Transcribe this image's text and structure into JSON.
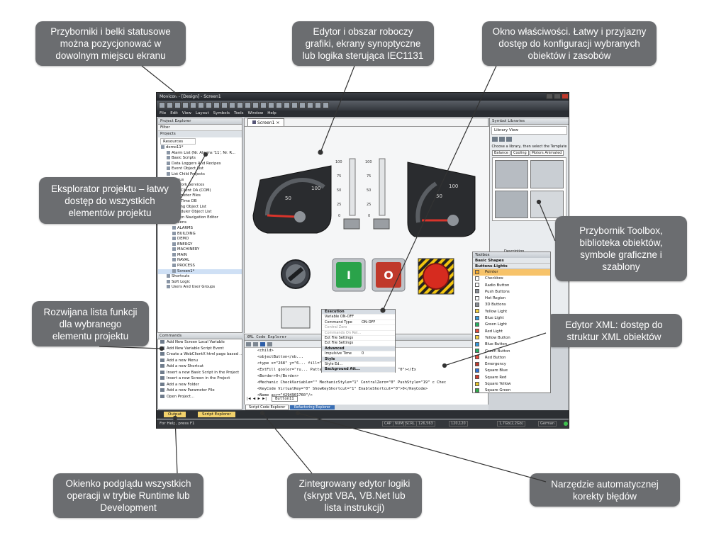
{
  "callouts": {
    "toolbars": "Przyborniki i belki statusowe można pozycjonować w dowolnym miejscu ekranu",
    "graphics_editor": "Edytor i obszar roboczy grafiki, ekrany synoptyczne lub logika sterująca IEC1131",
    "properties": "Okno właściwości. Łatwy i przyjazny dostęp do konfiguracji wybranych obiektów i zasobów",
    "project_explorer": "Eksplorator projektu – łatwy dostęp do wszystkich elementów projektu",
    "toolbox": "Przybornik Toolbox, biblioteka obiektów, symbole graficzne i szablony",
    "dropdown": "Rozwijana lista funkcji dla wybranego elementu projektu",
    "xml_editor": "Edytor XML: dostęp do struktur XML obiektów",
    "output": "Okienko podglądu wszystkich operacji w trybie Runtime lub Development",
    "logic_editor": "Zintegrowany edytor logiki (skrypt VBA, VB.Net lub lista instrukcji)",
    "autocorrect": "Narzędzie automatycznej korekty błędów"
  },
  "app": {
    "title": "Movicon - [Design] - Screen1",
    "menu": [
      "File",
      "Edit",
      "View",
      "Layout",
      "Symbols",
      "Tools",
      "Window",
      "Help"
    ],
    "project_explorer": {
      "header": "Project Explorer",
      "filter": "Filter",
      "projects": "Projects",
      "resources": "Resources",
      "tree": [
        "demo11*",
        "Alarm List (Nr. Alarms '11', Nr. R...",
        "Basic Scripts",
        "Data Loggers And Recipes",
        "Event Object List",
        "List Child Projects",
        "Menus",
        "Network Services",
        "OPC Client DA (COM)",
        "Parameter Files",
        "Real Time DB",
        "Scaling Object List",
        "Scheduler Object List",
        "Screen Navigation Editor",
        "Screens",
        "ALARMS",
        "BUILDING",
        "DEMO",
        "ENERGY",
        "MACHINERY",
        "MAIN",
        "NAVAL",
        "PROCESS",
        "Screen1*",
        "Shortcuts",
        "Soft Logic",
        "Users And User Groups"
      ]
    },
    "commands": {
      "header": "Commands",
      "items": [
        "Add New Screen Local Variable",
        "Add New Variable Script Event",
        "Create a WebClientX html page based ...",
        "Add a new Menu",
        "Add a new Shortcut",
        "Insert a new Basic Script in the Project",
        "Insert a new Screen in the Project",
        "Add a new Folder",
        "Add a new Parameter File",
        "Open Project..."
      ]
    },
    "screen_tab": "Screen1",
    "gauges": {
      "left_labels": [
        "50",
        "100"
      ],
      "right_labels": [
        "50",
        "100"
      ],
      "bar_ticks": [
        "100",
        "75",
        "50",
        "25",
        "0"
      ]
    },
    "buttons": {
      "on_label": "I",
      "off_label": "O"
    },
    "properties_window": {
      "rows": [
        {
          "k": "Execution",
          "v": "",
          "type": "grp"
        },
        {
          "k": "Variable ON-OFF",
          "v": "",
          "type": "row"
        },
        {
          "k": "Command Type",
          "v": "ON-OFF",
          "type": "row"
        },
        {
          "k": "Central Zero",
          "v": "",
          "type": "gray"
        },
        {
          "k": "Commands On Rel...",
          "v": "",
          "type": "gray"
        },
        {
          "k": "Ext File Settings",
          "v": "",
          "type": "row"
        },
        {
          "k": "Ext File Settings",
          "v": "",
          "type": "row"
        },
        {
          "k": "Advanced",
          "v": "",
          "type": "grp"
        },
        {
          "k": "Impulsive Time",
          "v": "0",
          "type": "row"
        },
        {
          "k": "Style",
          "v": "",
          "type": "grp"
        },
        {
          "k": "Style Ed...",
          "v": "",
          "type": "row"
        },
        {
          "k": "Background Att...",
          "v": "",
          "type": "grp"
        }
      ]
    },
    "xml_editor": {
      "header": "XML Code Explorer",
      "lines": [
        "<child>",
        "<objectButton</ob...",
        "<type x=\"268\" y=\"6...               fill=\"none\" stroke=\"#color",
        "<ExtFill goolor=\"ru...  Pattern...  fill=\"#color(WINDOW Sym...   \"0\"></Ex",
        "<Border>0</Border>",
        "<Mechanic CheckVariable=\"\" MechanicStyle=\"1\" CentralZero=\"0\" PushStyle=\"19\" c    Chec",
        "<KeyCode VirtualKey=\"0\" ShowKeyShortcut=\"1\" EnableShortcut=\"0\">0</KeyCode>",
        "<Name acr=\"4294901760\"/>"
      ],
      "nav_label": "Button11",
      "tabs": [
        "Script Code Explorer",
        "Refactoring Explorer"
      ]
    },
    "symbol_library": {
      "header": "Symbol Libraries",
      "view": "Library View",
      "hint": "Choose a library, then select the Template",
      "tabs": [
        "Balance",
        "Cooling",
        "Motors Animated"
      ],
      "description": "Description"
    },
    "toolbox": {
      "header": "Toolbox",
      "groups": [
        "Basic Shapes",
        "Buttons-Lights"
      ],
      "items": [
        {
          "label": "Pointer",
          "color": "#f5a623"
        },
        {
          "label": "Checkbox",
          "color": "#ffffff"
        },
        {
          "label": "Radio Button",
          "color": "#ffffff"
        },
        {
          "label": "Push Buttons",
          "color": "#8a8f96"
        },
        {
          "label": "Hot Region",
          "color": "#ffffff"
        },
        {
          "label": "3D Buttons",
          "color": "#8a8f96"
        },
        {
          "label": "Yellow Light",
          "color": "#f4d03f"
        },
        {
          "label": "Blue Light",
          "color": "#3498db"
        },
        {
          "label": "Green Light",
          "color": "#27ae60"
        },
        {
          "label": "Red Light",
          "color": "#e74c3c"
        },
        {
          "label": "Yellow Button",
          "color": "#f4d03f"
        },
        {
          "label": "Blue Button",
          "color": "#3498db"
        },
        {
          "label": "Green Button",
          "color": "#27ae60"
        },
        {
          "label": "Red Button",
          "color": "#e74c3c"
        },
        {
          "label": "Emergency",
          "color": "#c0392b"
        },
        {
          "label": "Square Blue",
          "color": "#2e6fd1"
        },
        {
          "label": "Square Red",
          "color": "#d13b2e"
        },
        {
          "label": "Square Yellow",
          "color": "#e8c42a"
        },
        {
          "label": "Square Green",
          "color": "#2fae4a"
        }
      ]
    },
    "output_tabs": [
      "Output",
      "Script Explorer"
    ],
    "status": {
      "help": "For Help, press F1",
      "cap": "CAP",
      "num": "NUM",
      "scrl": "SCRL",
      "coord1": "126,563",
      "coord2": "120,120",
      "memory": "1,7Gb(2,2Gb)",
      "lang": "German"
    }
  }
}
